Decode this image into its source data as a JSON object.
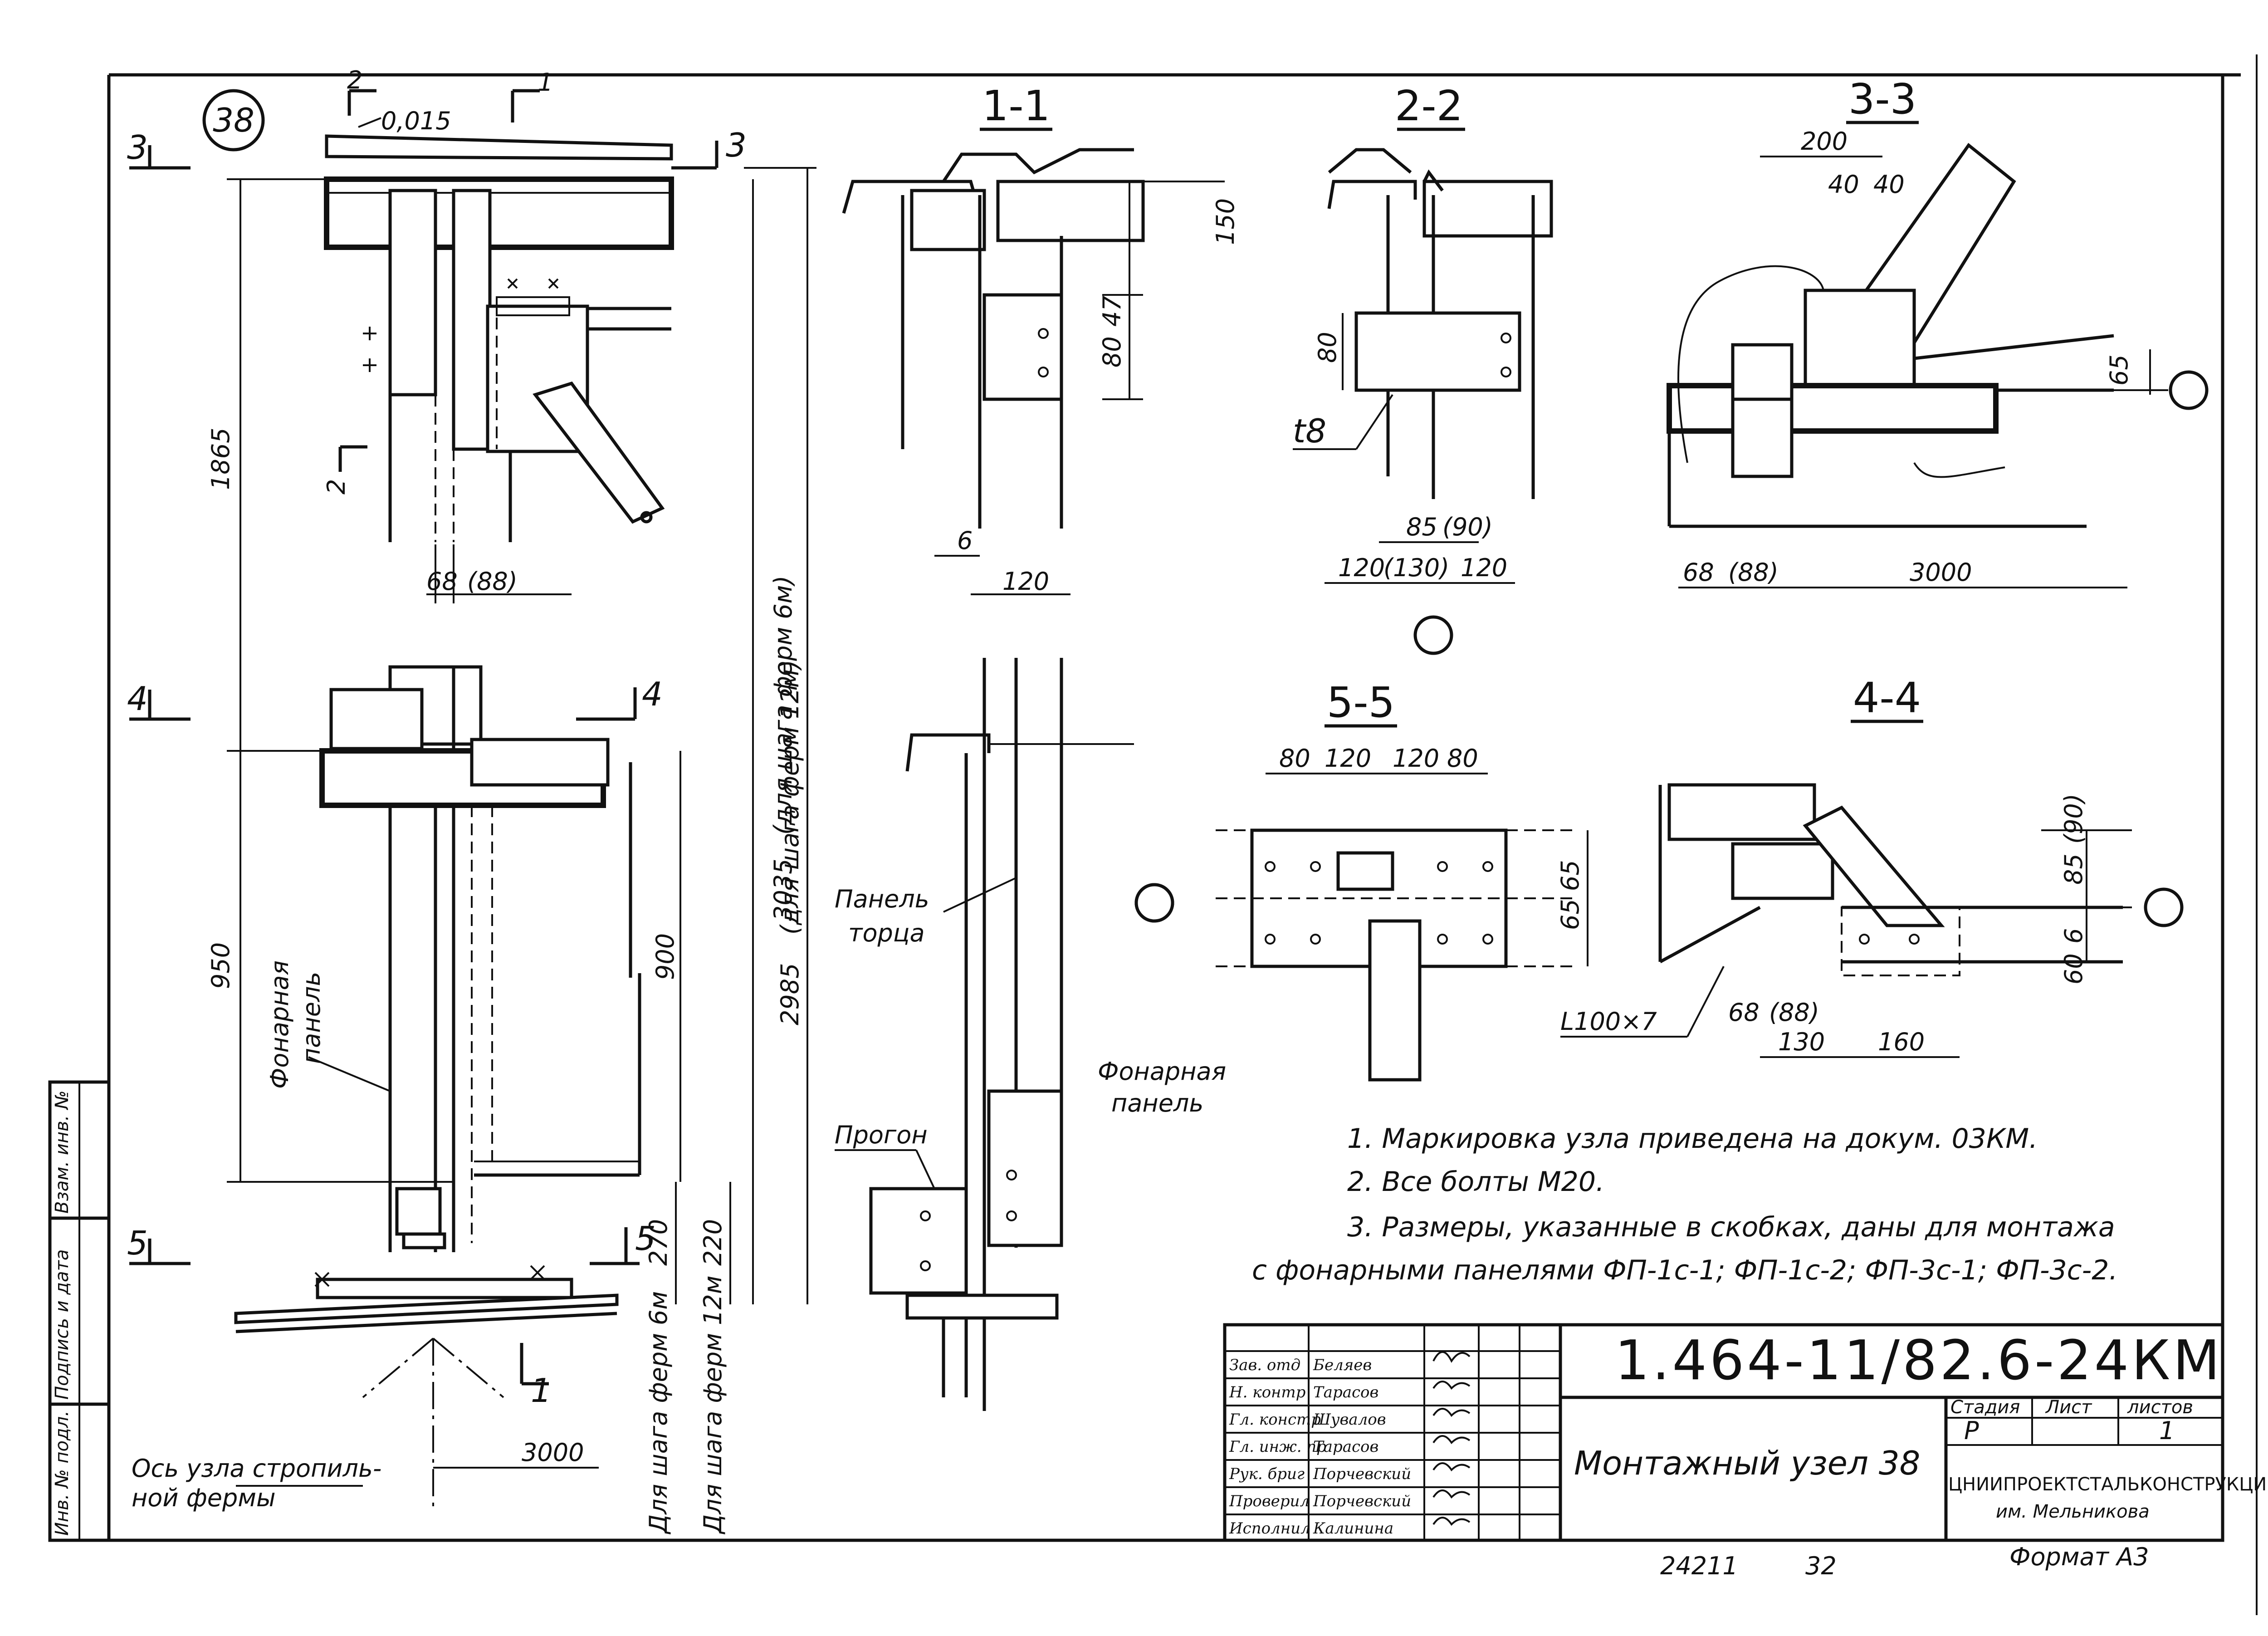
{
  "node_label": "38",
  "sections": {
    "s11": "1-1",
    "s22": "2-2",
    "s33": "3-3",
    "s55": "5-5",
    "s44": "4-4"
  },
  "cut_marks": {
    "c1": "1",
    "c2": "2",
    "c3": "3",
    "c4": "4",
    "c5": "5"
  },
  "main_view": {
    "slope": "0,015",
    "dim_1865": "1865",
    "dim_950": "950",
    "dim_900": "900",
    "dim_3035": "3035",
    "dim_3035_note": "(для шага ферм 6м)",
    "dim_2985": "2985",
    "dim_2985_note": "(для шага ферм 12м)",
    "dim_68": "68",
    "dim_88": "(88)",
    "dim_270": "270",
    "dim_220": "220",
    "dim_3000": "3000",
    "span_6m": "Для шага ферм 6м",
    "span_12m": "Для шага ферм 12м",
    "lantern_panel_1": "Фонарная",
    "lantern_panel_2": "панель",
    "axis_label_1": "Ось узла стропиль-",
    "axis_label_2": "ной фермы"
  },
  "view_11": {
    "dim_150": "150",
    "dim_80": "80",
    "dim_47": "47",
    "dim_6": "6",
    "dim_120": "120",
    "panel_torca_1": "Панель",
    "panel_torca_2": "торца",
    "lantern_panel_1": "Фонарная",
    "lantern_panel_2": "панель",
    "purlin": "Прогон"
  },
  "view_22": {
    "dim_80": "80",
    "t8": "t8",
    "dim_85": "85",
    "dim_90": "(90)",
    "dim_120a": "120",
    "dim_130": "(130)",
    "dim_120b": "120"
  },
  "view_33": {
    "dim_200": "200",
    "dim_40a": "40",
    "dim_40b": "40",
    "dim_65": "65",
    "dim_68": "68",
    "dim_88": "(88)",
    "dim_3000": "3000"
  },
  "view_55": {
    "dim_80a": "80",
    "dim_120a": "120",
    "dim_120b": "120",
    "dim_80b": "80",
    "dim_6565": "65 65"
  },
  "view_44": {
    "dim_85": "85",
    "dim_90": "(90)",
    "dim_6": "6",
    "dim_60": "60",
    "angle": "L100×7",
    "dim_68": "68",
    "dim_88": "(88)",
    "dim_130": "130",
    "dim_160": "160"
  },
  "notes": [
    "1. Маркировка  узла  приведена  на докум. 03КМ.",
    "2. Все болты  М20.",
    "3. Размеры,  указанные  в скобках, даны  для  монтажа",
    "с  фонарными  панелями  ФП-1с-1; ФП-1с-2; ФП-3с-1; ФП-3с-2."
  ],
  "left_margin": {
    "inv_podl": "Инв. № подл.",
    "podpis": "Подпись и дата",
    "vzam": "Взам. инв. №"
  },
  "title_block": {
    "doc_code": "1.464-11/82.6-24КМ",
    "title": "Монтажный узел 38",
    "stage_header": "Стадия",
    "sheet_header": "Лист",
    "sheets_header": "листов",
    "stage": "Р",
    "sheets": "1",
    "org_1": "ЦНИИПРОЕКТСТАЛЬКОНСТРУКЦИЯ",
    "org_2": "им. Мельникова",
    "roles": [
      {
        "role": "Зав. отд",
        "name": "Беляев"
      },
      {
        "role": "Н. контр",
        "name": "Тарасов"
      },
      {
        "role": "Гл. констр",
        "name": "Шувалов"
      },
      {
        "role": "Гл. инж. пр",
        "name": "Тарасов"
      },
      {
        "role": "Рук. бриг",
        "name": "Порчевский"
      },
      {
        "role": "Проверил",
        "name": "Порчевский"
      },
      {
        "role": "Исполнил",
        "name": "Калинина"
      }
    ]
  },
  "footer": {
    "archive": "24211",
    "page": "32",
    "format": "Формат А3"
  }
}
